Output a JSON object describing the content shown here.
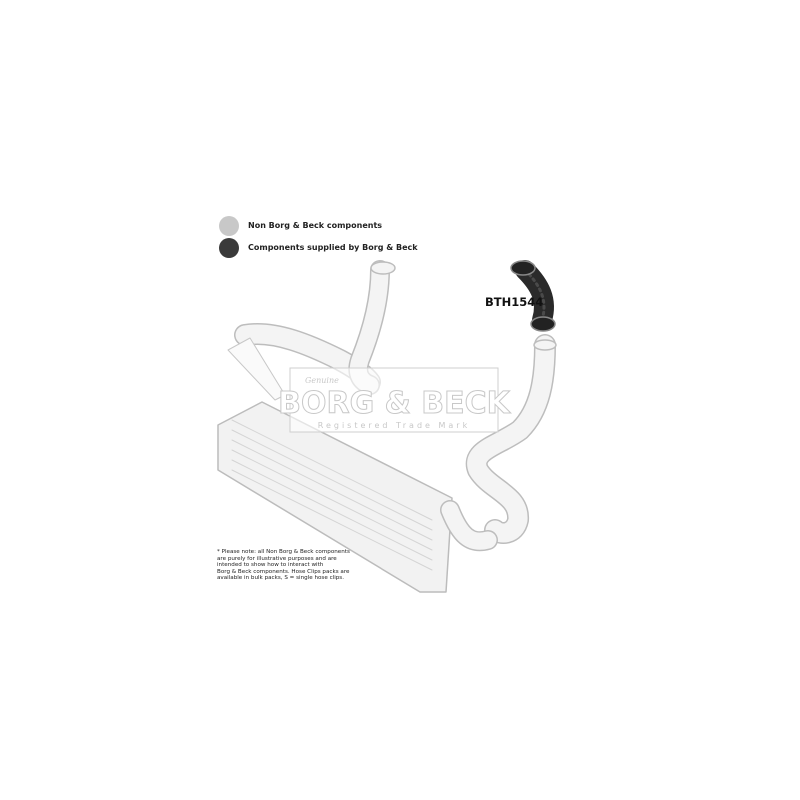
{
  "legend": [
    {
      "label": "Non Borg & Beck components",
      "color": "#c8c8c8"
    },
    {
      "label": "Components supplied by Borg & Beck",
      "color": "#3a3a3a"
    }
  ],
  "part_number": "BTH1544",
  "watermark": {
    "script": "Genuine",
    "brand": "BORG & BECK",
    "tagline": "Registered Trade Mark"
  },
  "note_lines": [
    "* Please note: all Non Borg & Beck components",
    "are purely for illustrative purposes and are",
    "intended to show how to interact with",
    "Borg & Beck components. Hose Clips packs are",
    "available in bulk packs, S = single hose clips."
  ]
}
